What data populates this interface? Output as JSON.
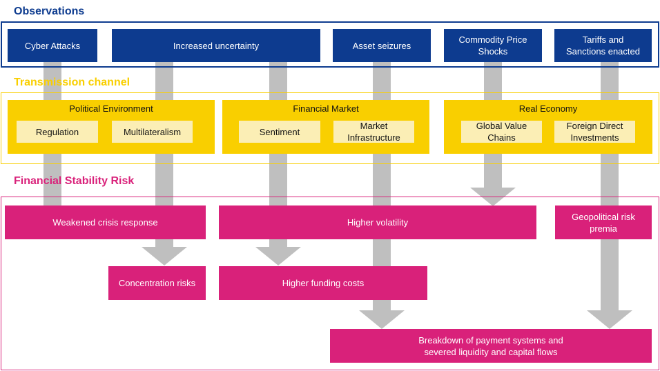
{
  "sections": {
    "observations": "Observations",
    "transmission": "Transmission channel",
    "risk": "Financial Stability Risk"
  },
  "colors": {
    "observations": "#0d3b8f",
    "transmission": "#f9cf00",
    "transmission_sub": "#fbeeb5",
    "risk": "#d9217a",
    "arrow": "#bfbfbf"
  },
  "observations": [
    "Cyber Attacks",
    "Increased uncertainty",
    "Asset seizures",
    "Commodity Price\nShocks",
    "Tariffs and\nSanctions enacted"
  ],
  "transmission": [
    {
      "title": "Political Environment",
      "items": [
        "Regulation",
        "Multilateralism"
      ]
    },
    {
      "title": "Financial Market",
      "items": [
        "Sentiment",
        "Market\nInfrastructure"
      ]
    },
    {
      "title": "Real Economy",
      "items": [
        "Global Value\nChains",
        "Foreign Direct\nInvestments"
      ]
    }
  ],
  "risks": [
    "Weakened crisis response",
    "Higher volatility",
    "Geopolitical risk\npremia",
    "Concentration risks",
    "Higher funding costs",
    "Breakdown of payment  systems and\nsevered liquidity and capital flows"
  ]
}
